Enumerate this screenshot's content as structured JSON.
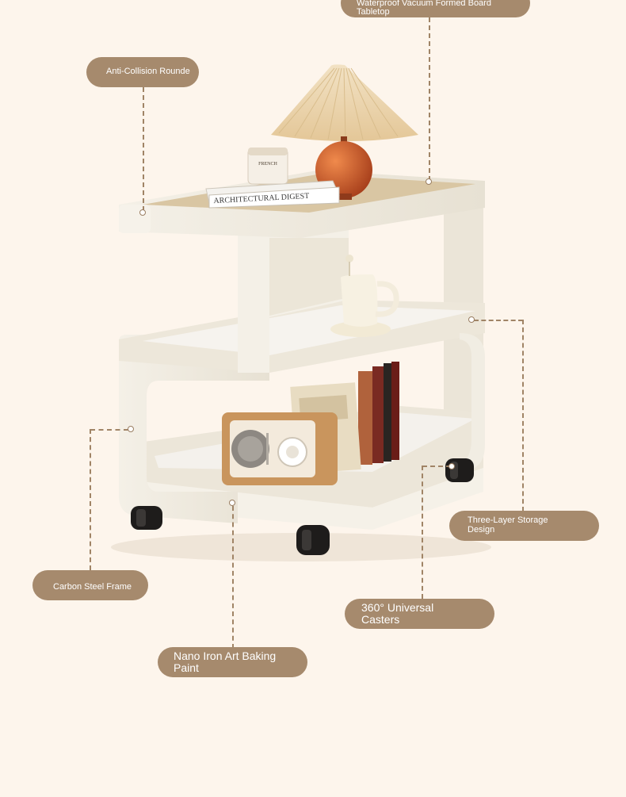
{
  "callouts": {
    "tabletop": "Waterproof Vacuum Formed Board Tabletop",
    "corners": "Anti-Collision Rounde",
    "storage": "Three-Layer Storage Design",
    "frame": "Carbon Steel Frame",
    "casters": "360° Universal Casters",
    "paint": "Nano Iron Art Baking Paint"
  },
  "props": {
    "book_spine": "ARCHITECTURAL DIGEST",
    "jar_label": "FRENCH"
  },
  "colors": {
    "background": "#fdf5ec",
    "pill": "#a68a6d",
    "cart": "#f3efe6",
    "leader": "#a08466"
  }
}
